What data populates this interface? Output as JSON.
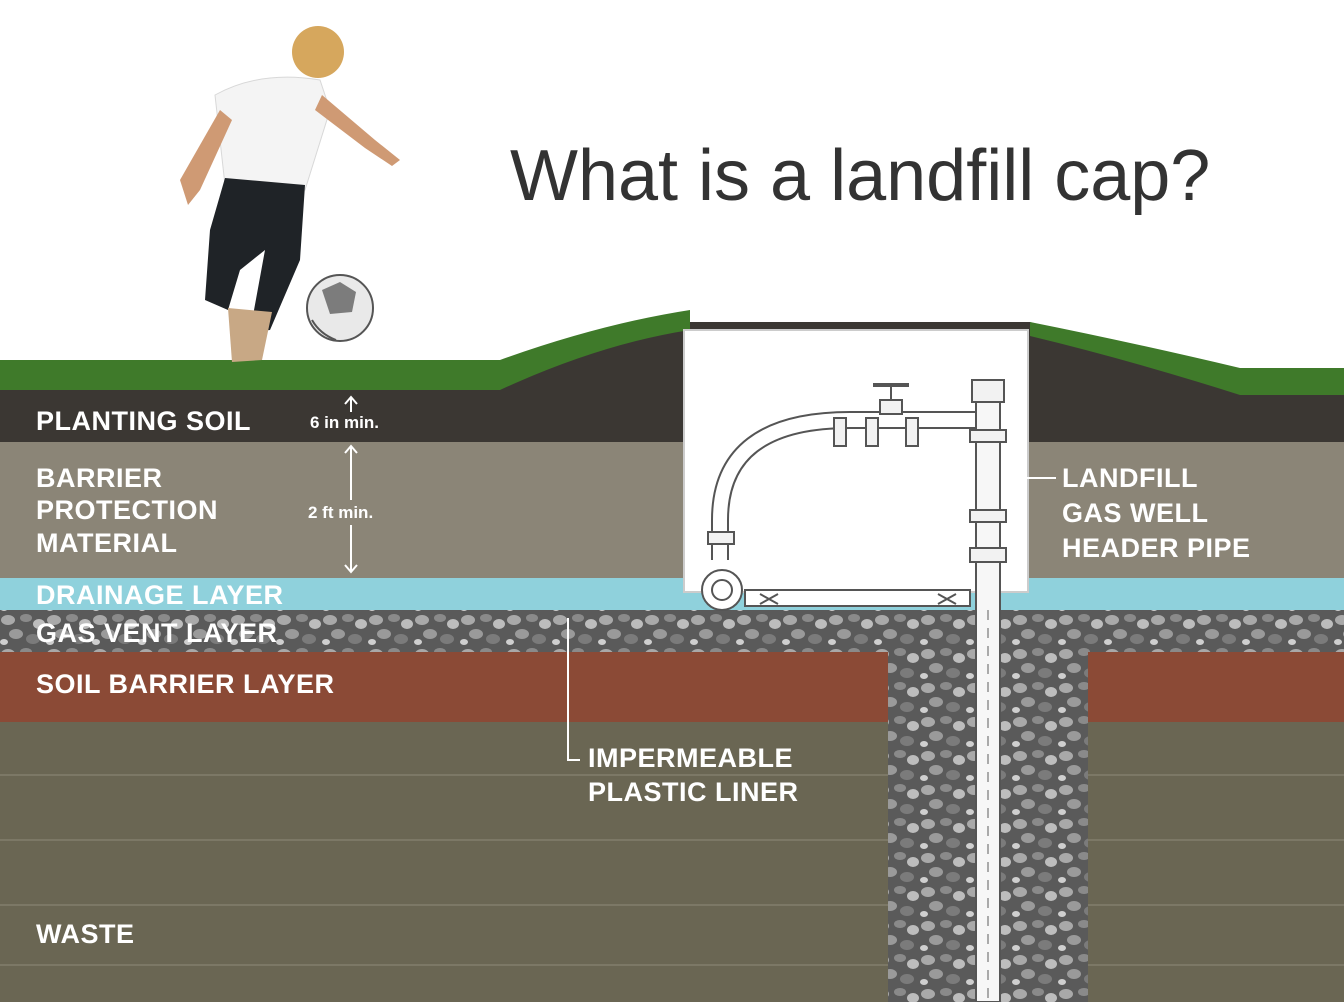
{
  "title": "What is a landfill cap?",
  "layers": {
    "planting_soil": {
      "label": "PLANTING SOIL",
      "color": "#3b3733"
    },
    "barrier_protection": {
      "label_lines": [
        "BARRIER",
        "PROTECTION",
        "MATERIAL"
      ],
      "color": "#8b8577"
    },
    "drainage": {
      "label": "DRAINAGE LAYER",
      "color": "#8fd1dc"
    },
    "gas_vent": {
      "label": "GAS VENT LAYER",
      "color": "#6e6e6e"
    },
    "soil_barrier": {
      "label": "SOIL BARRIER LAYER",
      "color": "#8b4a36"
    },
    "waste": {
      "label": "WASTE",
      "color": "#6a6653"
    }
  },
  "dimensions": {
    "planting_soil": "6 in min.",
    "barrier_protection": "2 ft min."
  },
  "callouts": {
    "gas_well": [
      "LANDFILL",
      "GAS WELL",
      "HEADER PIPE"
    ],
    "liner": [
      "IMPERMEABLE",
      "PLASTIC LINER"
    ]
  },
  "colors": {
    "grass": "#3f7a2a",
    "vault": "#ffffff",
    "pipe_stroke": "#555555"
  }
}
